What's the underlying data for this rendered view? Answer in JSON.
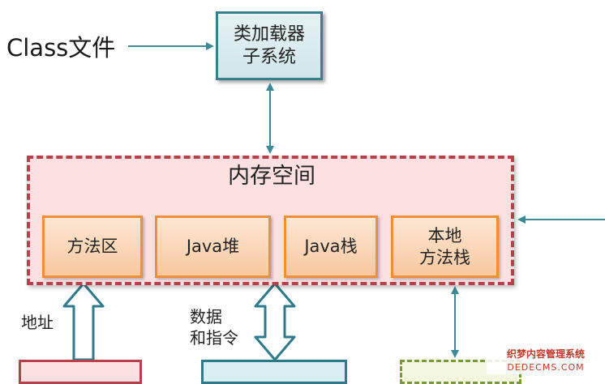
{
  "class_file": "Class文件",
  "class_loader": {
    "line1": "类加载器",
    "line2": "子系统"
  },
  "runtime_area": {
    "title": "内存空间",
    "regions": [
      {
        "line1": "方法区",
        "line2": ""
      },
      {
        "line1": "Java堆",
        "line2": ""
      },
      {
        "line1": "Java栈",
        "line2": ""
      },
      {
        "line1": "本地",
        "line2": "方法栈"
      }
    ]
  },
  "labels": {
    "address": "地址",
    "data_line1": "数据",
    "data_line2": "和指令"
  },
  "watermark": {
    "line1": "织梦内容管理系统",
    "line2": "DEDECMS.COM"
  },
  "colors": {
    "loader_border": "#3a7f8d",
    "memory_border": "#b8404b",
    "region_border": "#ee8f3b",
    "arrow": "#3a8a98"
  }
}
